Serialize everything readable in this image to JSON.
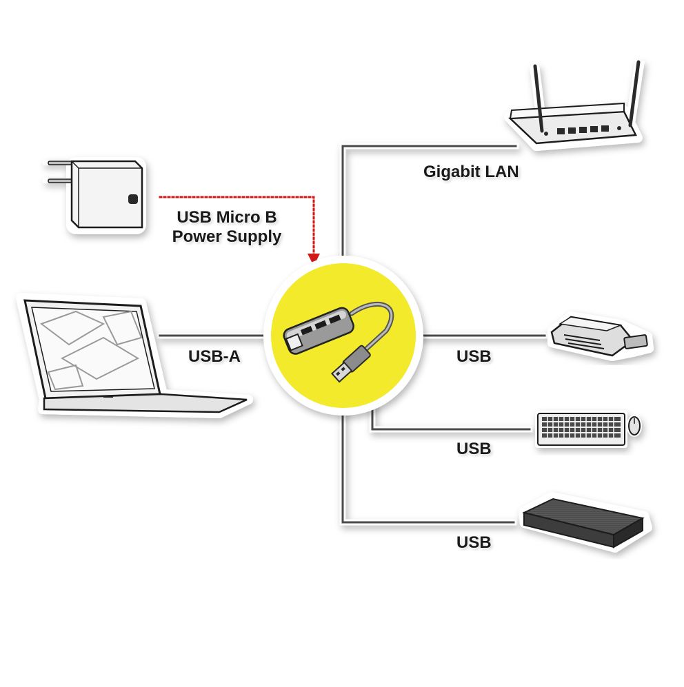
{
  "diagram": {
    "hub": {
      "name": "usb-hub-with-lan-port"
    },
    "labels": {
      "lan": "Gigabit LAN",
      "power_line1": "USB Micro B",
      "power_line2": "Power Supply",
      "host": "USB-A",
      "usb1": "USB",
      "usb2": "USB",
      "usb3": "USB"
    },
    "devices": [
      {
        "name": "router-icon"
      },
      {
        "name": "power-adapter-icon"
      },
      {
        "name": "laptop-icon"
      },
      {
        "name": "card-reader-icon"
      },
      {
        "name": "keyboard-mouse-icon"
      },
      {
        "name": "external-drive-icon"
      }
    ],
    "colors": {
      "line": "#4a4a4a",
      "power_line": "#d01818",
      "hub_circle": "#f2ea2a"
    }
  }
}
